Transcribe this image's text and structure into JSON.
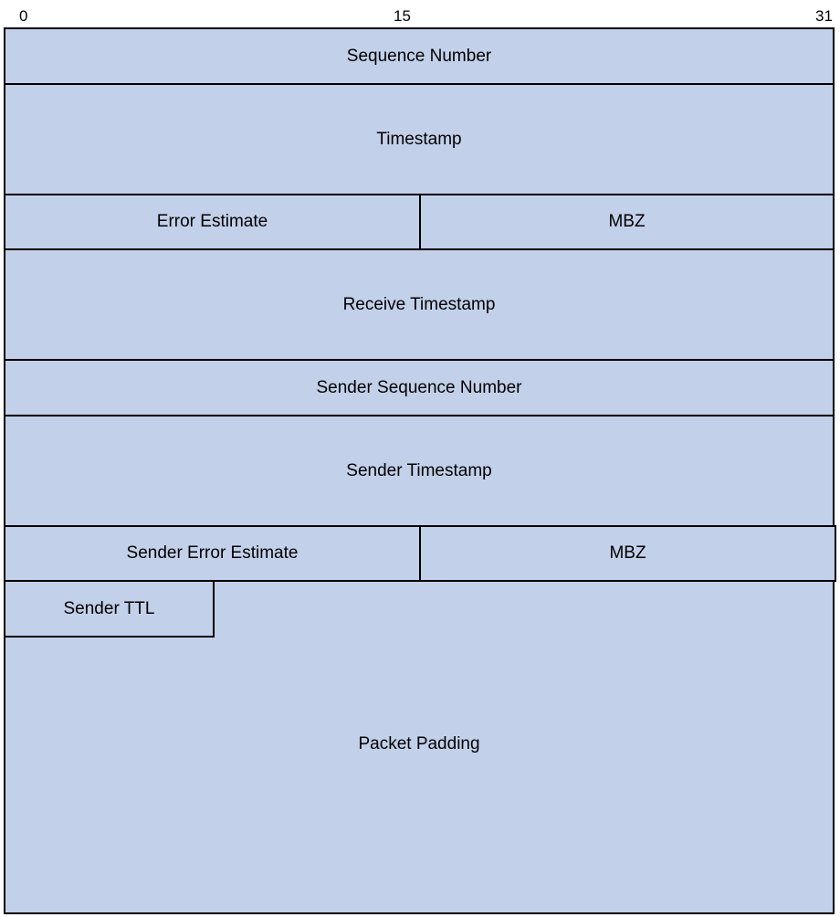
{
  "bit_positions": {
    "start": "0",
    "middle": "15",
    "end": "31"
  },
  "fields": {
    "sequence_number": "Sequence Number",
    "timestamp": "Timestamp",
    "error_estimate": "Error Estimate",
    "mbz_1": "MBZ",
    "receive_timestamp": "Receive Timestamp",
    "sender_sequence_number": "Sender Sequence Number",
    "sender_timestamp": "Sender Timestamp",
    "sender_error_estimate": "Sender Error Estimate",
    "mbz_2": "MBZ",
    "sender_ttl": "Sender TTL",
    "packet_padding": "Packet Padding"
  },
  "colors": {
    "field_fill": "#c3d0ea",
    "border": "#000000"
  }
}
